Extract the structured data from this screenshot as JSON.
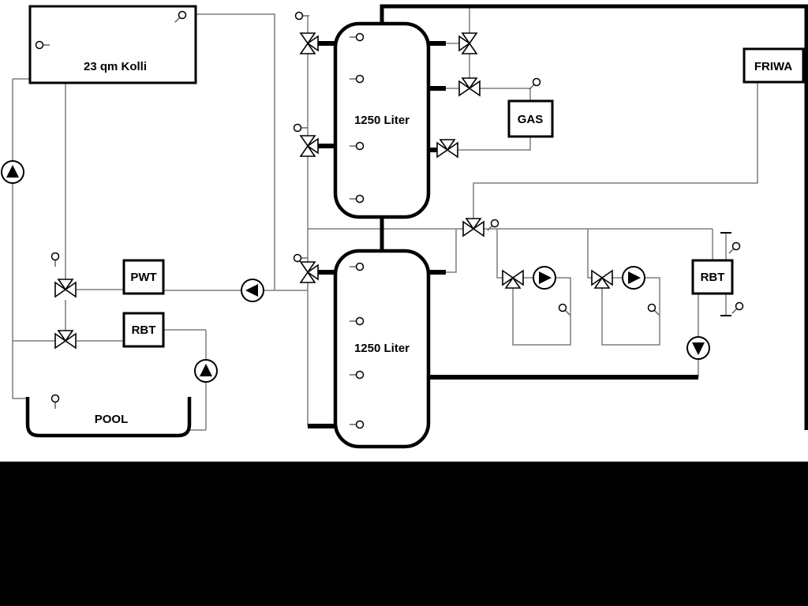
{
  "diagram": {
    "collector_label": "23 qm Kolli",
    "upper_tank_label": "1250 Liter",
    "lower_tank_label": "1250 Liter",
    "pwt_label": "PWT",
    "rbt_left_label": "RBT",
    "rbt_right_label": "RBT",
    "gas_label": "GAS",
    "friwa_label": "FRIWA",
    "pool_label": "POOL",
    "colors": {
      "background": "#ffffff",
      "letterbox": "#000000",
      "thin_line": "#7d7d7d",
      "pipe": "#000000"
    }
  }
}
